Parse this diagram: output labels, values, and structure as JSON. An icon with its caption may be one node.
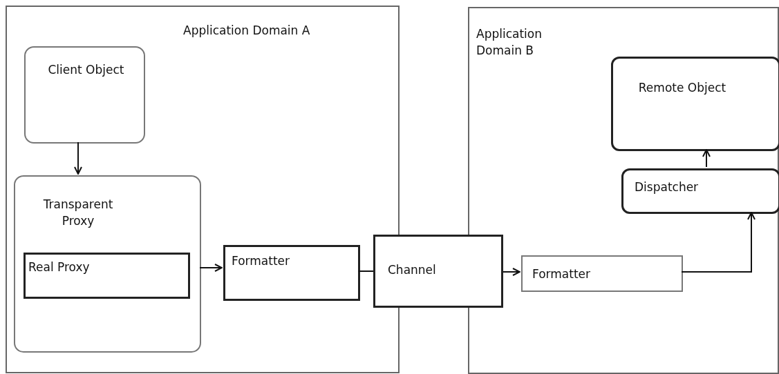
{
  "diagram": {
    "nodes": [
      {
        "text": [
          "Application Domain A"
        ]
      },
      {
        "text": [
          "Client Object"
        ],
        "in": 0
      },
      {
        "text": [
          "Transparent Proxy"
        ],
        "in": 0
      },
      {
        "text": [
          "Real Proxy"
        ],
        "in": 2
      },
      {
        "text": [
          "Formatter"
        ],
        "in": 0
      },
      {
        "text": [
          "Channel"
        ]
      },
      {
        "text": [
          "Application Domain B"
        ]
      },
      {
        "text": [
          "Remote Object"
        ],
        "in": 6
      },
      {
        "text": [
          "Dispatcher"
        ],
        "in": 6
      },
      {
        "text": [
          "Formatter"
        ],
        "in": 6
      }
    ],
    "edges": [
      {
        "from": 1,
        "to": 2,
        "arrow": "to"
      },
      {
        "from": 2,
        "to": 4,
        "arrow": "to"
      },
      {
        "from": 4,
        "to": 5,
        "arrow": "none"
      },
      {
        "from": 5,
        "to": 9,
        "arrow": "to"
      },
      {
        "from": 9,
        "to": 8,
        "arrow": "to"
      },
      {
        "from": 8,
        "to": 7,
        "arrow": "to"
      }
    ]
  }
}
